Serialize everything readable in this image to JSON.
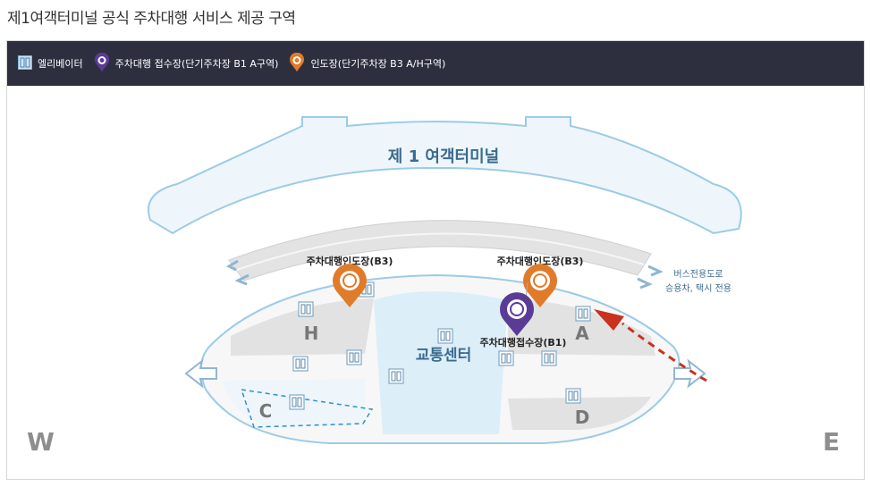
{
  "page": {
    "title": "제1여객터미널 공식 주차대행 서비스 제공 구역"
  },
  "legend": {
    "elevator": "엘리베이터",
    "reception": "주차대행 접수장(단기주차장 B1 A구역)",
    "pickup": "인도장(단기주차장 B3 A/H구역)"
  },
  "map": {
    "terminal_label": "제 1 여객터미널",
    "transport_center": "교통센터",
    "pickup_west_label": "주차대행인도장(B3)",
    "pickup_east_label": "주차대행인도장(B3)",
    "reception_label": "주차대행접수장(B1)",
    "bus_road": "버스전용도로",
    "car_taxi": "승용차, 택시 전용",
    "zones": {
      "h": "H",
      "a": "A",
      "c": "C",
      "d": "D"
    },
    "west": "W",
    "east": "E"
  },
  "colors": {
    "legend_bg": "#2d2f3f",
    "pickup": "#e07b2a",
    "reception": "#5a3c96",
    "route_arrow": "#c8321e",
    "outline": "#9ccbe6",
    "label_blue": "#3b6b8f"
  }
}
